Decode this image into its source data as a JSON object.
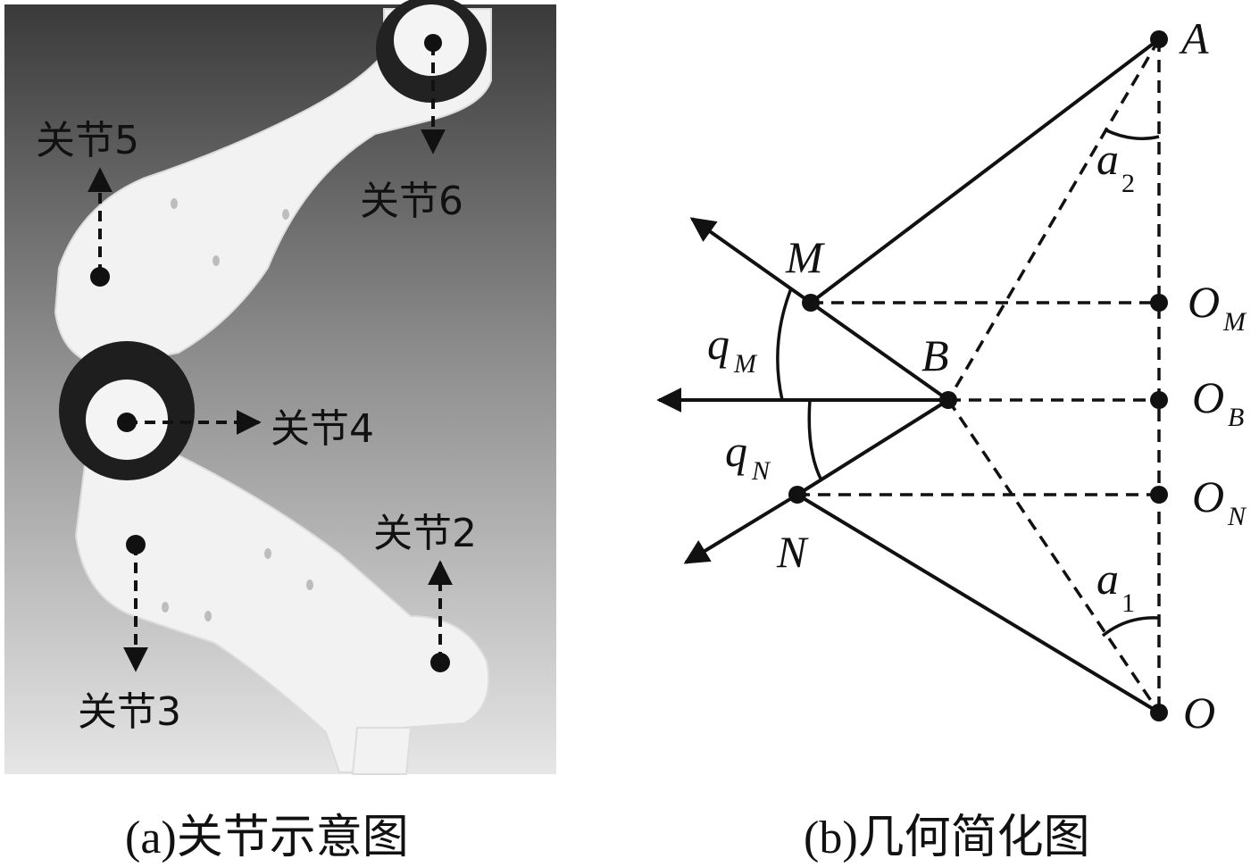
{
  "panel_a": {
    "caption": "(a)关节示意图",
    "joints": [
      {
        "id": "j2",
        "label": "关节2"
      },
      {
        "id": "j3",
        "label": "关节3"
      },
      {
        "id": "j4",
        "label": "关节4"
      },
      {
        "id": "j5",
        "label": "关节5"
      },
      {
        "id": "j6",
        "label": "关节6"
      }
    ]
  },
  "panel_b": {
    "caption": "(b)几何简化图",
    "points": {
      "A": "A",
      "M": "M",
      "B": "B",
      "N": "N",
      "O": "O",
      "OM_base": "O",
      "OM_sub": "M",
      "OB_base": "O",
      "OB_sub": "B",
      "ON_base": "O",
      "ON_sub": "N"
    },
    "angles": {
      "qM_base": "q",
      "qM_sub": "M",
      "qN_base": "q",
      "qN_sub": "N",
      "a1_base": "a",
      "a1_sub": "1",
      "a2_base": "a",
      "a2_sub": "2"
    }
  }
}
